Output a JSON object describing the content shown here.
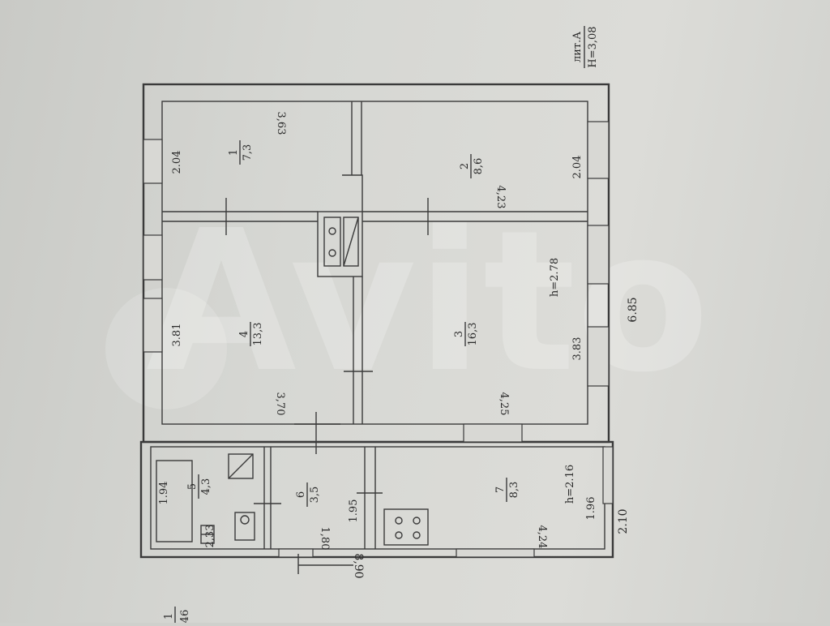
{
  "title_block": {
    "lit": "лит.А",
    "height": "H=3,08"
  },
  "corner_fraction": {
    "top": "1",
    "bottom": "46"
  },
  "rooms": [
    {
      "id": "1",
      "area": "7,3",
      "dims": [
        "3,63",
        "2.04"
      ]
    },
    {
      "id": "2",
      "area": "8,6",
      "dims": [
        "4,23",
        "2.04"
      ]
    },
    {
      "id": "3",
      "area": "16,3",
      "dims": [
        "4,25",
        "3.83"
      ],
      "height": "h=2.78"
    },
    {
      "id": "4",
      "area": "13,3",
      "dims": [
        "3,70",
        "3.81"
      ]
    },
    {
      "id": "5",
      "area": "4,3",
      "dims": [
        "1.94",
        "2,33"
      ]
    },
    {
      "id": "6",
      "area": "3,5",
      "dims": [
        "1,80",
        "1.95"
      ]
    },
    {
      "id": "7",
      "area": "8,3",
      "dims": [
        "4,24",
        "1.96"
      ],
      "height": "h=2.16"
    }
  ],
  "overall_dims": {
    "main_width": "6.85",
    "total_length": "8,90",
    "annex_width": "2.10"
  },
  "watermark": "Avito"
}
